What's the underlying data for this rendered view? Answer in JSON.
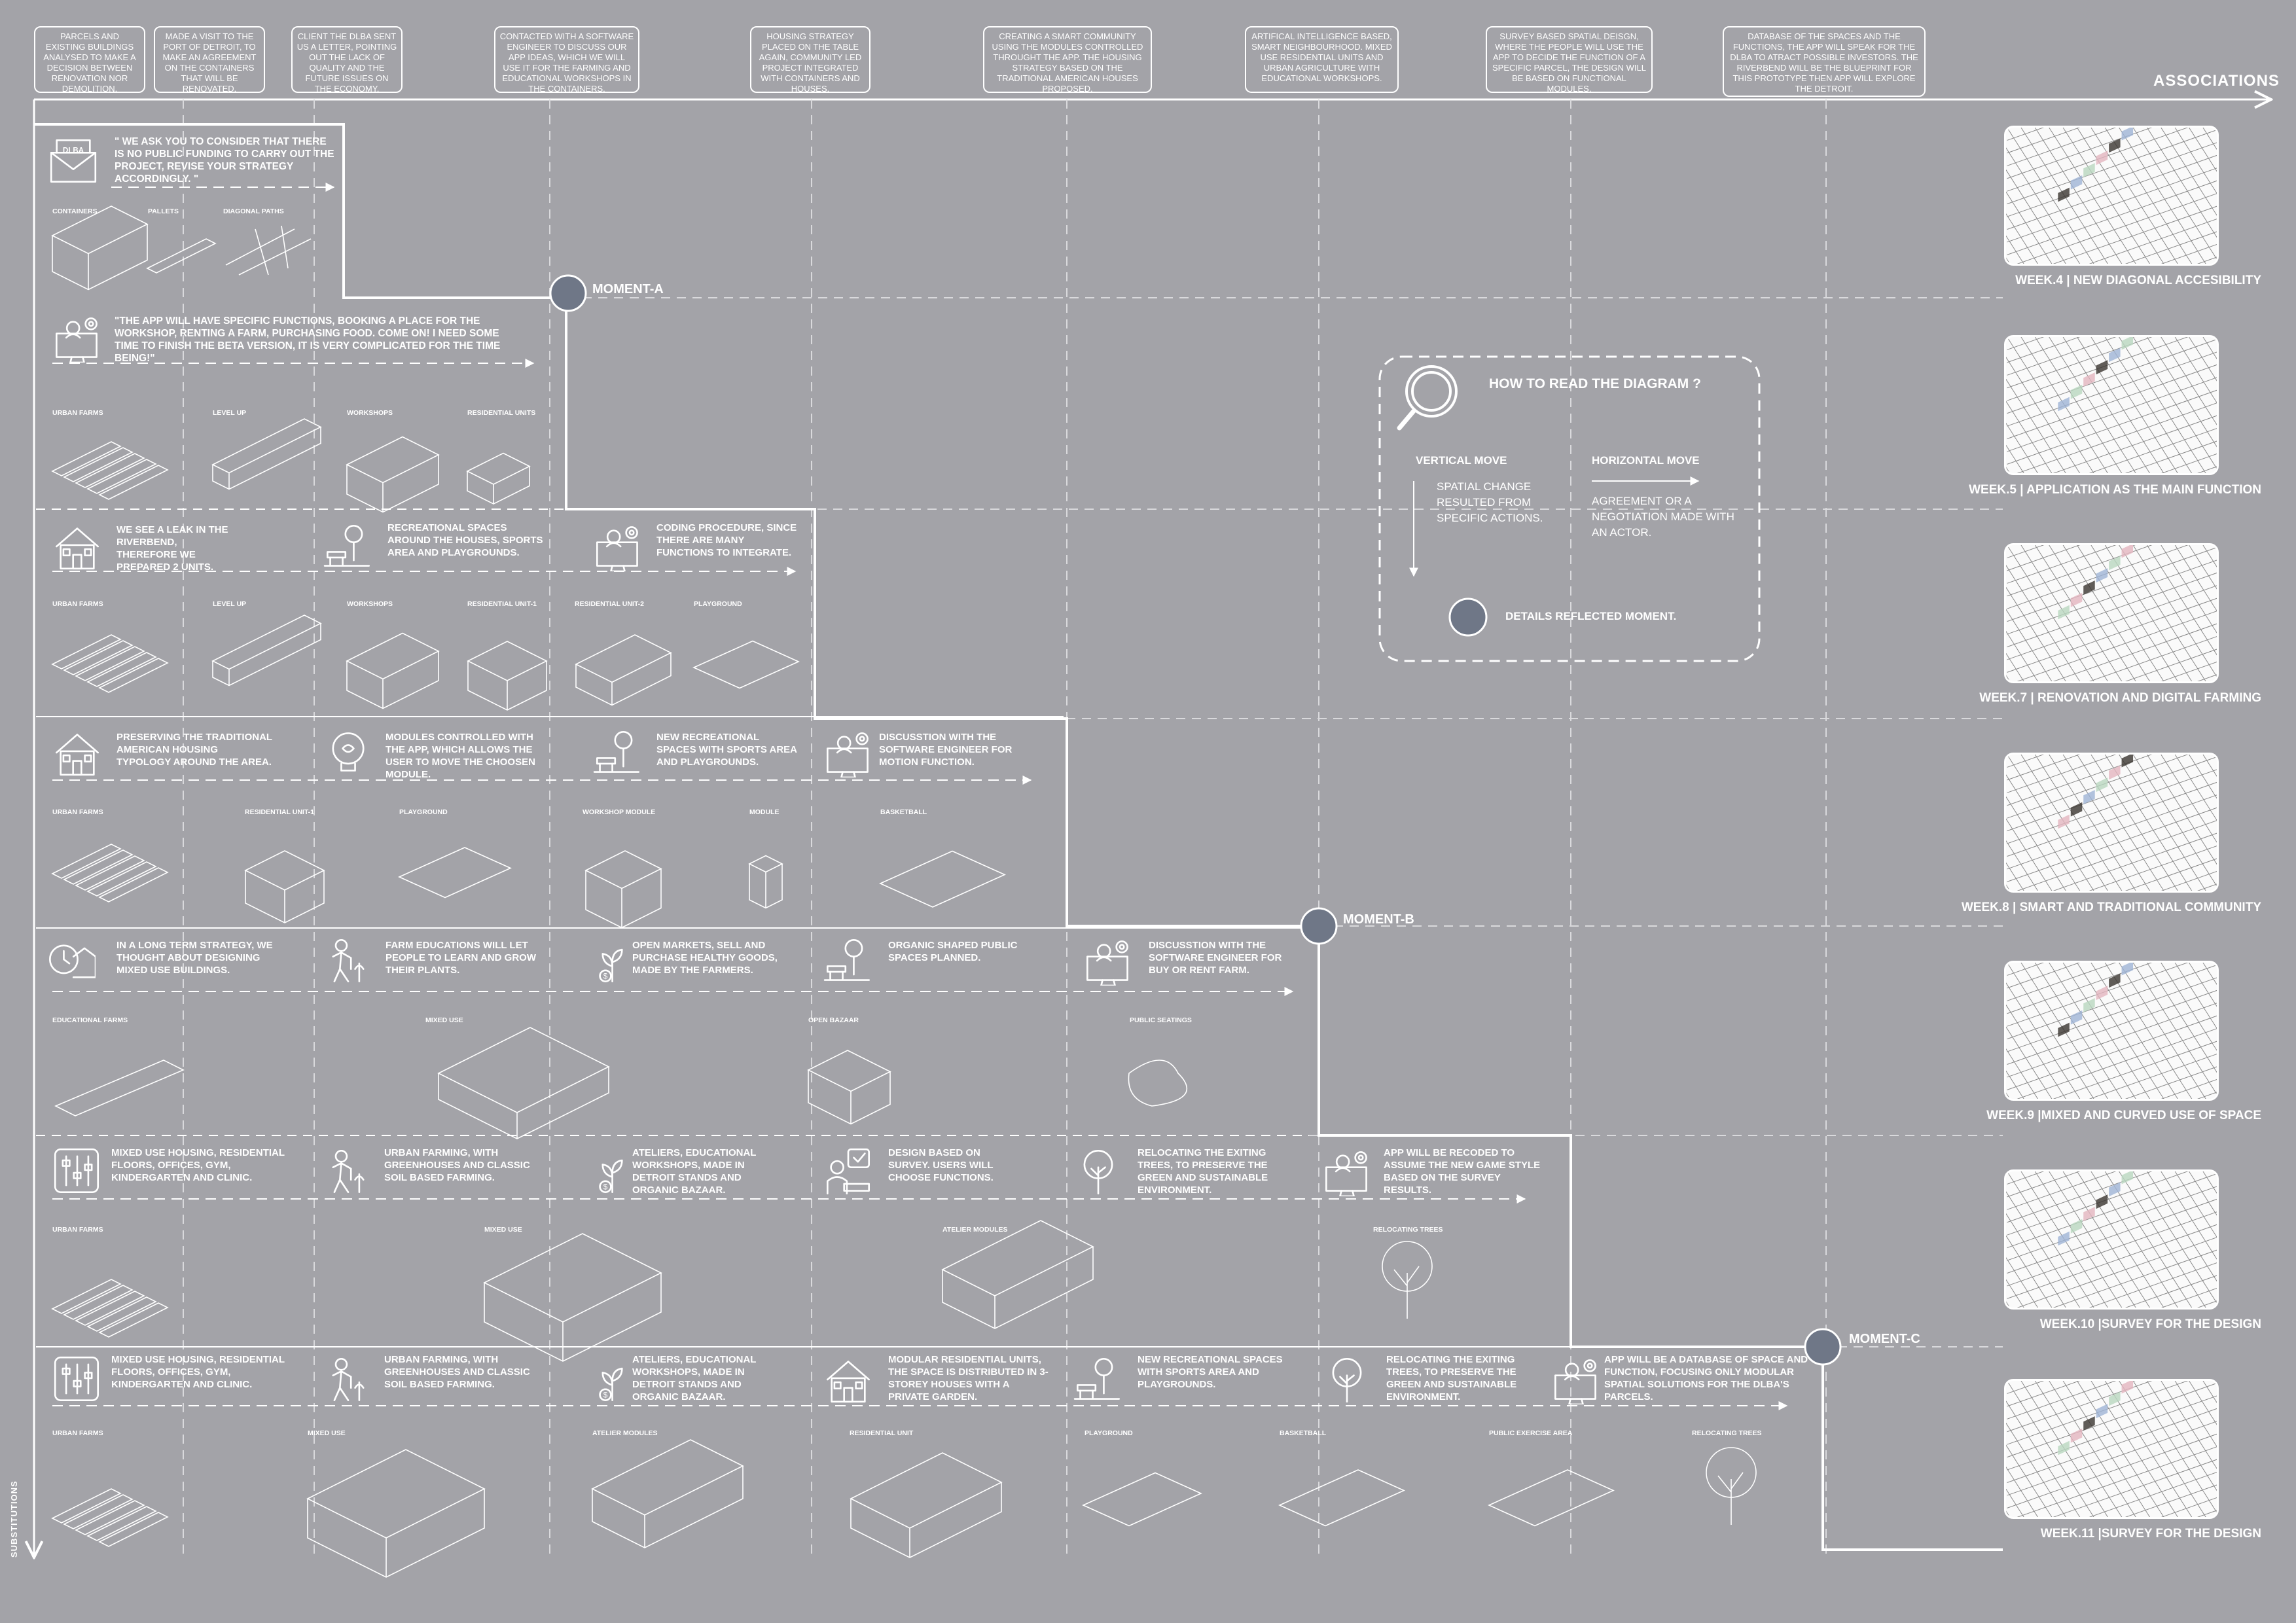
{
  "header": {
    "associations_label": "ASSOCIATIONS",
    "substitutions_label": "SUBSTITUTIONS",
    "notes": [
      "PARCELS AND EXISTING BUILDINGS ANALYSED TO MAKE A DECISION BETWEEN RENOVATION NOR DEMOLITION.",
      "MADE A VISIT TO THE PORT OF DETROIT, TO MAKE AN AGREEMENT ON THE CONTAINERS THAT WILL BE RENOVATED.",
      "CLIENT THE DLBA SENT US A LETTER, POINTING OUT THE LACK OF QUALITY AND THE FUTURE ISSUES ON THE ECONOMY.",
      "CONTACTED WITH A SOFTWARE ENGINEER TO DISCUSS OUR APP IDEAS, WHICH WE WILL USE IT FOR THE FARMING AND EDUCATIONAL WORKSHOPS IN THE CONTAINERS.",
      "HOUSING STRATEGY PLACED ON THE TABLE AGAIN, COMMUNITY LED PROJECT INTEGRATED WITH CONTAINERS AND HOUSES.",
      "CREATING A SMART COMMUNITY USING THE MODULES CONTROLLED THROUGHT THE APP. THE HOUSING STRATEGY BASED ON THE TRADITIONAL AMERICAN HOUSES PROPOSED.",
      "ARTIFICAL INTELLIGENCE BASED, SMART NEIGHBOURHOOD. MIXED USE RESIDENTIAL UNITS AND URBAN AGRICULTURE WITH EDUCATIONAL WORKSHOPS.",
      "SURVEY BASED SPATIAL DEISGN, WHERE THE PEOPLE WILL USE THE APP TO DECIDE THE FUNCTION OF A SPECIFIC PARCEL, THE DESIGN WILL BE BASED ON FUNCTIONAL MODULES.",
      "DATABASE OF THE SPACES AND THE FUNCTIONS, THE APP WILL SPEAK FOR THE DLBA TO ATRACT POSSIBLE INVESTORS. THE RIVERBEND WILL BE THE BLUEPRINT FOR THIS PROTOTYPE THEN APP WILL EXPLORE THE DETROIT."
    ]
  },
  "moments": [
    "MOMENT-A",
    "MOMENT-B",
    "MOMENT-C"
  ],
  "rows": [
    {
      "notes": [
        {
          "icon": "envelope-icon",
          "icon_text": "DLBA",
          "text": "\" WE ASK YOU TO CONSIDER THAT THERE IS NO PUBLIC FUNDING TO CARRY OUT THE PROJECT, REVISE YOUR STRATEGY ACCORDINGLY. \""
        }
      ],
      "labels": [
        "CONTAINERS",
        "PALLETS",
        "DIAGONAL PATHS"
      ]
    },
    {
      "notes": [
        {
          "icon": "engineer-computer-icon",
          "text": "\"THE APP WILL HAVE SPECIFIC FUNCTIONS, BOOKING A PLACE FOR THE WORKSHOP, RENTING A FARM, PURCHASING FOOD. COME ON! I NEED SOME TIME TO FINISH THE BETA VERSION, IT IS VERY COMPLICATED FOR THE TIME BEING!\""
        }
      ],
      "labels": [
        "URBAN FARMS",
        "LEVEL UP",
        "WORKSHOPS",
        "RESIDENTIAL UNITS"
      ]
    },
    {
      "notes": [
        {
          "icon": "house-icon",
          "text": "WE SEE A LEAK IN THE RIVERBEND, THEREFORE WE PREPARED 2 UNITS."
        },
        {
          "icon": "tree-bench-icon",
          "text": "RECREATIONAL SPACES AROUND THE HOUSES, SPORTS AREA AND PLAYGROUNDS."
        },
        {
          "icon": "engineer-computer-icon",
          "text": "CODING PROCEDURE, SINCE THERE ARE MANY FUNCTIONS TO INTEGRATE."
        }
      ],
      "labels": [
        "URBAN FARMS",
        "LEVEL UP",
        "WORKSHOPS",
        "RESIDENTIAL UNIT-1",
        "RESIDENTIAL UNIT-2",
        "PLAYGROUND"
      ]
    },
    {
      "notes": [
        {
          "icon": "house-icon",
          "text": "PRESERVING THE TRADITIONAL AMERICAN HOUSING TYPOLOGY AROUND THE AREA."
        },
        {
          "icon": "lightbulb-icon",
          "text": "MODULES CONTROLLED WITH THE APP, WHICH ALLOWS THE USER TO MOVE THE CHOOSEN MODULE."
        },
        {
          "icon": "tree-bench-icon",
          "text": "NEW RECREATIONAL SPACES WITH SPORTS AREA AND PLAYGROUNDS."
        },
        {
          "icon": "engineer-computer-icon",
          "text": "DISCUSSTION WITH THE SOFTWARE ENGINEER FOR MOTION FUNCTION."
        }
      ],
      "labels": [
        "URBAN FARMS",
        "RESIDENTIAL UNIT-1",
        "PLAYGROUND",
        "WORKSHOP MODULE",
        "MODULE",
        "BASKETBALL"
      ]
    },
    {
      "notes": [
        {
          "icon": "clock-house-icon",
          "text": "IN A LONG TERM STRATEGY, WE THOUGHT ABOUT DESIGNING MIXED USE BUILDINGS."
        },
        {
          "icon": "farmer-icon",
          "text": "FARM EDUCATIONS WILL LET PEOPLE TO LEARN AND GROW THEIR PLANTS."
        },
        {
          "icon": "money-plant-icon",
          "text": "OPEN MARKETS, SELL AND PURCHASE HEALTHY GOODS, MADE BY THE FARMERS."
        },
        {
          "icon": "tree-bench-icon",
          "text": "ORGANIC SHAPED PUBLIC SPACES PLANNED."
        },
        {
          "icon": "engineer-computer-icon",
          "text": "DISCUSSTION WITH THE SOFTWARE ENGINEER FOR BUY OR RENT FARM."
        }
      ],
      "labels": [
        "EDUCATIONAL FARMS",
        "MIXED USE",
        "OPEN BAZAAR",
        "PUBLIC SEATINGS"
      ]
    },
    {
      "notes": [
        {
          "icon": "sliders-icon",
          "text": "MIXED USE HOUSING, RESIDENTIAL FLOORS, OFFICES, GYM, KINDERGARTEN AND CLINIC."
        },
        {
          "icon": "farmer-icon",
          "text": "URBAN FARMING, WITH GREENHOUSES AND CLASSIC SOIL BASED FARMING."
        },
        {
          "icon": "money-plant-icon",
          "text": "ATELIERS, EDUCATIONAL WORKSHOPS, MADE IN DETROIT STANDS AND ORGANIC BAZAAR."
        },
        {
          "icon": "survey-person-icon",
          "text": "DESIGN BASED ON SURVEY. USERS WILL CHOOSE FUNCTIONS."
        },
        {
          "icon": "tree-icon",
          "text": "RELOCATING THE EXITING TREES, TO PRESERVE THE GREEN AND SUSTAINABLE ENVIRONMENT."
        },
        {
          "icon": "engineer-computer-icon",
          "text": "APP WILL BE RECODED TO ASSUME THE NEW GAME STYLE BASED ON THE SURVEY RESULTS."
        }
      ],
      "labels": [
        "URBAN FARMS",
        "MIXED USE",
        "ATELIER MODULES",
        "RELOCATING TREES"
      ]
    },
    {
      "notes": [
        {
          "icon": "sliders-icon",
          "text": "MIXED USE HOUSING, RESIDENTIAL FLOORS, OFFICES, GYM, KINDERGARTEN AND CLINIC."
        },
        {
          "icon": "farmer-icon",
          "text": "URBAN FARMING, WITH GREENHOUSES AND CLASSIC SOIL BASED FARMING."
        },
        {
          "icon": "money-plant-icon",
          "text": "ATELIERS, EDUCATIONAL WORKSHOPS, MADE IN DETROIT STANDS AND ORGANIC BAZAAR."
        },
        {
          "icon": "house-icon",
          "text": "MODULAR RESIDENTIAL UNITS, THE SPACE IS DISTRIBUTED IN 3-STOREY HOUSES WITH A PRIVATE GARDEN."
        },
        {
          "icon": "tree-bench-icon",
          "text": "NEW RECREATIONAL SPACES WITH SPORTS AREA AND PLAYGROUNDS."
        },
        {
          "icon": "tree-icon",
          "text": "RELOCATING THE EXITING TREES, TO PRESERVE THE GREEN AND SUSTAINABLE ENVIRONMENT."
        },
        {
          "icon": "engineer-computer-icon",
          "text": "APP WILL BE A DATABASE OF SPACE AND FUNCTION, FOCUSING ONLY MODULAR SPATIAL SOLUTIONS FOR THE DLBA'S PARCELS."
        }
      ],
      "labels": [
        "URBAN FARMS",
        "MIXED USE",
        "ATELIER MODULES",
        "RESIDENTIAL UNIT",
        "PLAYGROUND",
        "BASKETBALL",
        "PUBLIC EXERCISE AREA",
        "RELOCATING TREES"
      ]
    }
  ],
  "legend": {
    "title": "HOW TO READ THE DIAGRAM ?",
    "vertical_title": "VERTICAL MOVE",
    "vertical_text": "SPATIAL CHANGE RESULTED FROM SPECIFIC ACTIONS.",
    "horizontal_title": "HORIZONTAL MOVE",
    "horizontal_text": "AGREEMENT OR A NEGOTIATION MADE WITH AN ACTOR.",
    "dot_text": "DETAILS REFLECTED MOMENT."
  },
  "weeks": [
    "WEEK.4 | NEW DIAGONAL ACCESIBILITY",
    "WEEK.5 | APPLICATION AS THE MAIN FUNCTION",
    "WEEK.7 | RENOVATION AND DIGITAL FARMING",
    "WEEK.8 | SMART AND TRADITIONAL COMMUNITY",
    "WEEK.9 |MIXED AND CURVED USE OF SPACE",
    "WEEK.10 |SURVEY FOR THE DESIGN",
    "WEEK.11 |SURVEY FOR THE DESIGN"
  ],
  "colors": {
    "background": "#a3a3a8",
    "line": "#ffffff",
    "moment_dot": "#6f7787",
    "map_highlight_dark": "#3a3530",
    "map_blue": "#9fb4d6",
    "map_green": "#b9d7bf",
    "map_pink": "#e4b5bf"
  }
}
